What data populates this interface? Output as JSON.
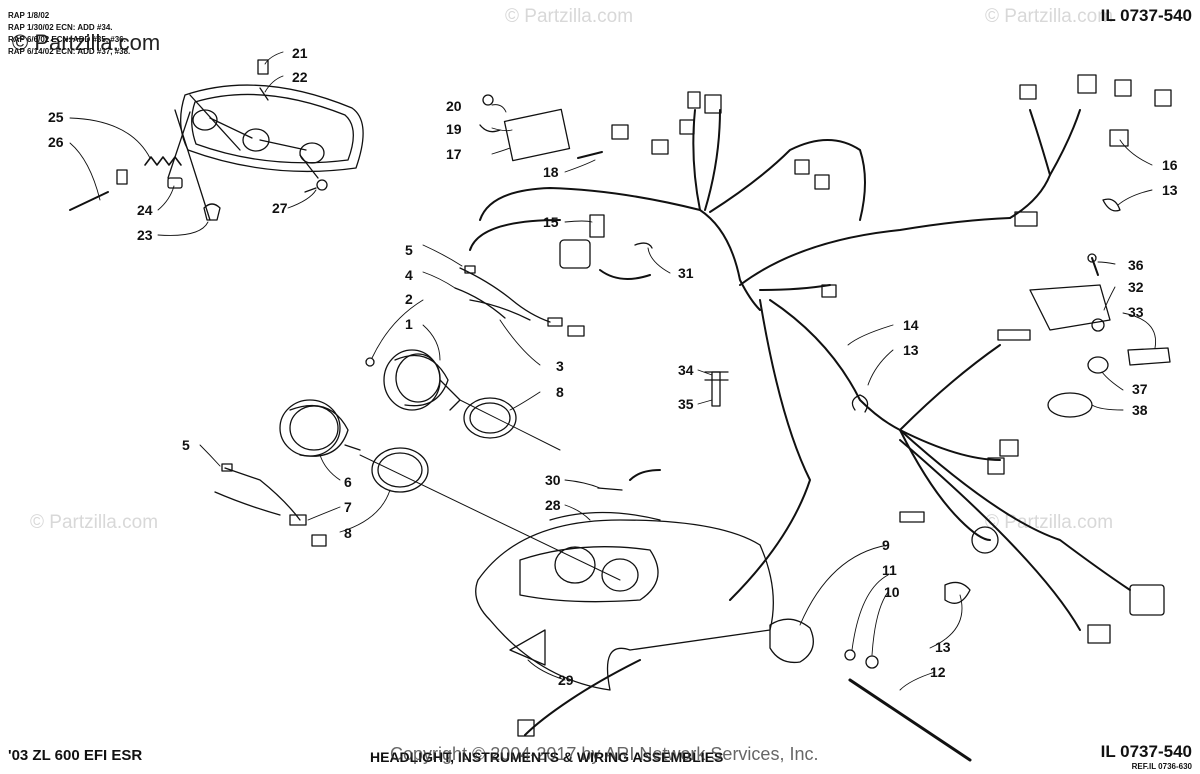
{
  "header": {
    "illustration_id": "IL 0737-540",
    "revision_notes": [
      "RAP 1/8/02",
      "RAP 1/30/02 ECN: ADD #34.",
      "RAP 6/6/02 ECN: ADD #35, #36.",
      "RAP 6/14/02 ECN: ADD #37, #38."
    ]
  },
  "watermark": {
    "brand": "© Partzilla.com",
    "copyright": "Copyright © 2004-2017 by ARI Network Services, Inc."
  },
  "callouts": {
    "c1": "1",
    "c2": "2",
    "c3": "3",
    "c4": "4",
    "c5a": "5",
    "c5b": "5",
    "c6": "6",
    "c7": "7",
    "c8a": "8",
    "c8b": "8",
    "c9": "9",
    "c10": "10",
    "c11": "11",
    "c12": "12",
    "c13a": "13",
    "c13b": "13",
    "c13c": "13",
    "c14": "14",
    "c15": "15",
    "c16": "16",
    "c17": "17",
    "c18": "18",
    "c19": "19",
    "c20": "20",
    "c21": "21",
    "c22": "22",
    "c23": "23",
    "c24": "24",
    "c25": "25",
    "c26": "26",
    "c27": "27",
    "c28": "28",
    "c29": "29",
    "c30": "30",
    "c31": "31",
    "c32": "32",
    "c33": "33",
    "c34": "34",
    "c35": "35",
    "c36": "36",
    "c37": "37",
    "c38": "38"
  },
  "footer": {
    "model": "'03 ZL 600 EFI ESR",
    "section_title": "HEADLIGHT, INSTRUMENTS & WIRING ASSEMBLIES",
    "illustration_id": "IL 0737-540",
    "reference": "REF.IL 0736-630"
  }
}
